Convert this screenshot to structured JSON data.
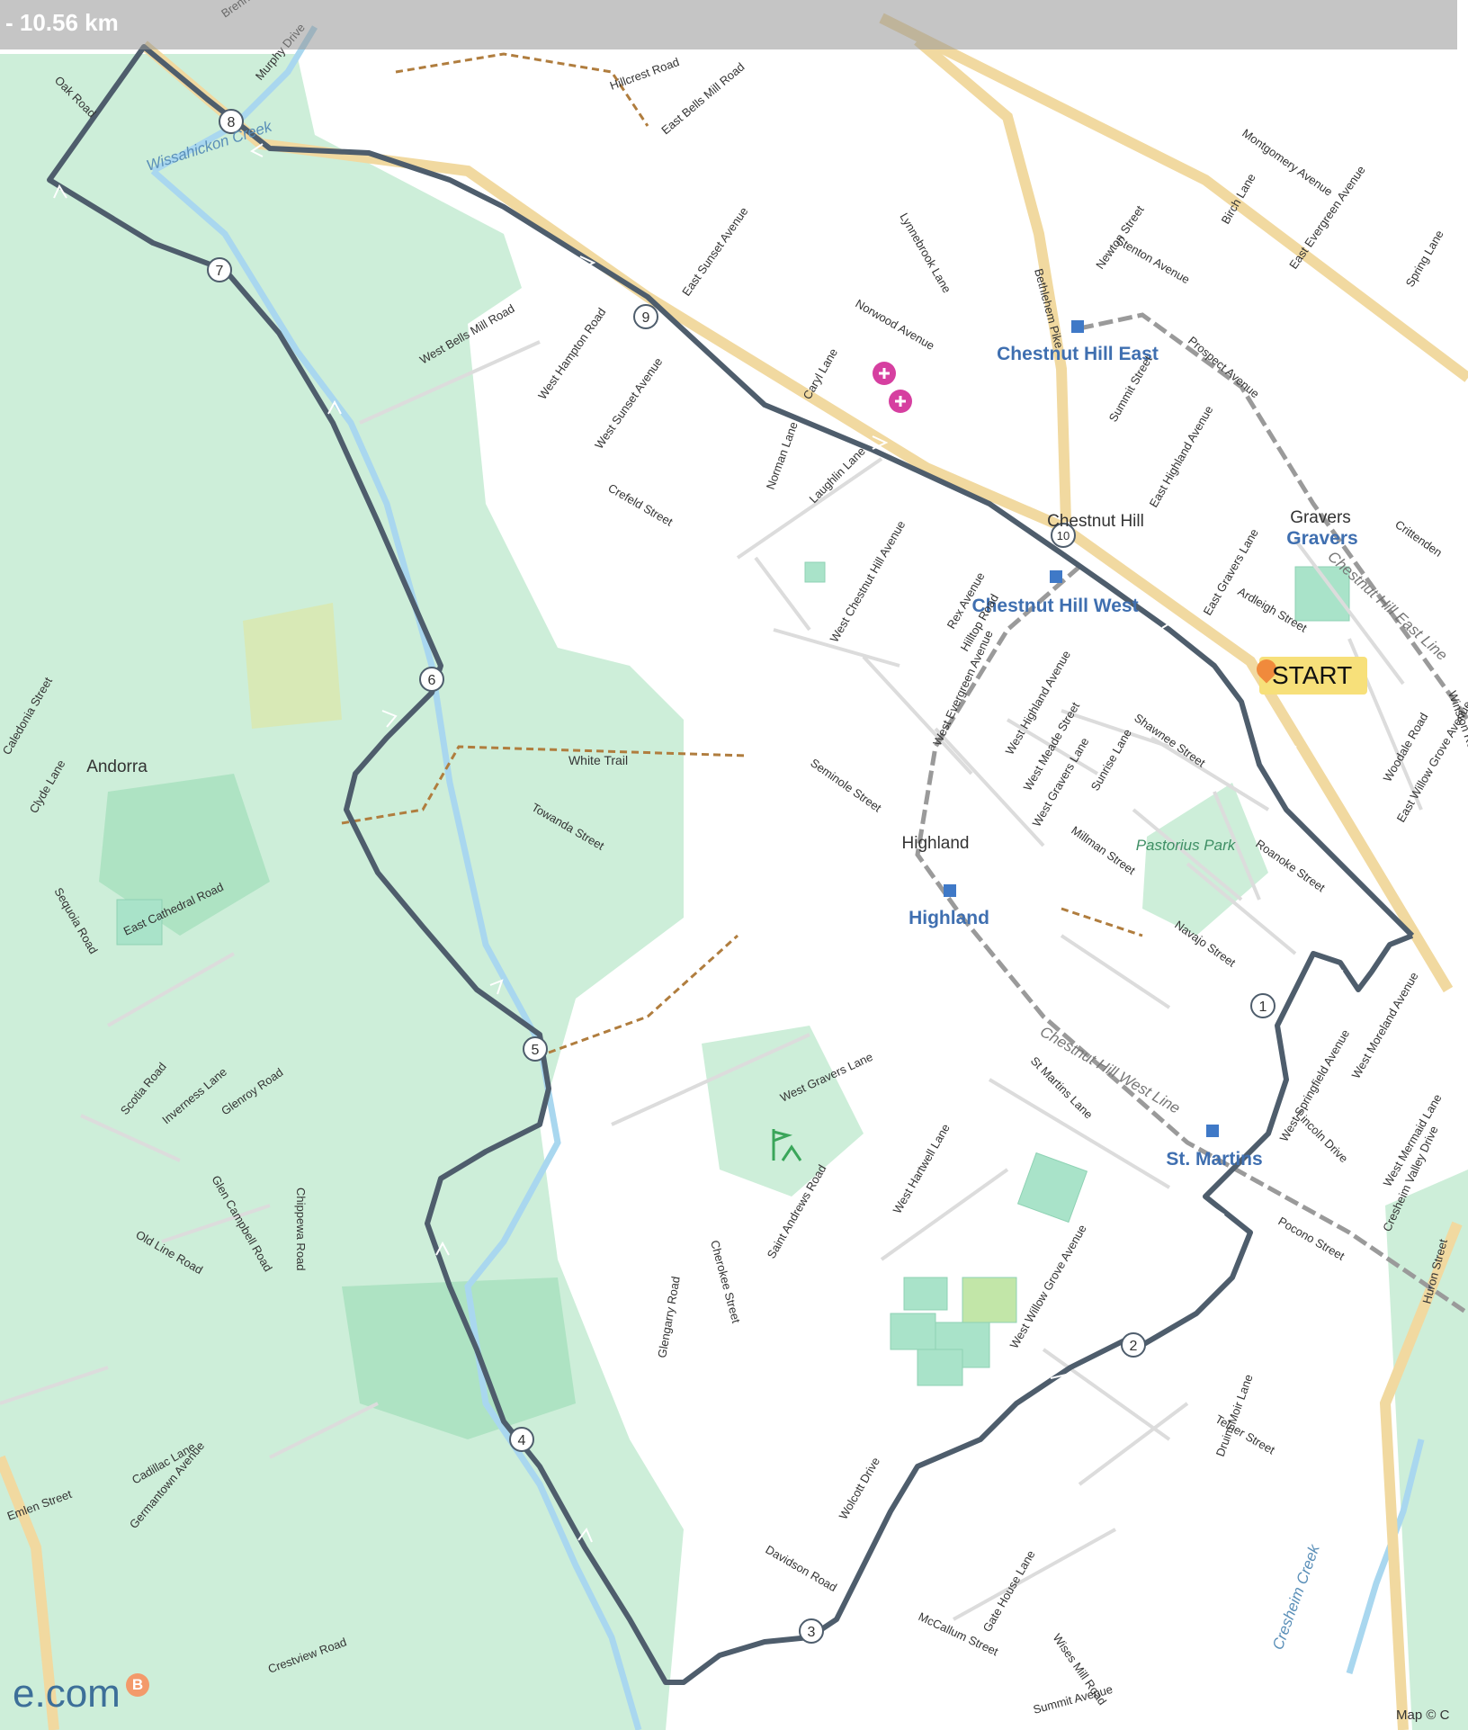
{
  "header": {
    "distance": "- 10.56 km"
  },
  "route": {
    "start_label": "START",
    "km_markers": [
      "1",
      "2",
      "3",
      "4",
      "5",
      "6",
      "7",
      "8",
      "9",
      "10"
    ]
  },
  "footer": {
    "brand": "e.com",
    "brand_badge": "B",
    "credit": "Map © C"
  },
  "stations": [
    "Chestnut Hill East",
    "Chestnut Hill West",
    "Highland",
    "St. Martins",
    "Gravers"
  ],
  "places": [
    "Andorra",
    "Chestnut Hill",
    "Highland",
    "Gravers"
  ],
  "parks": [
    "Pastorius Park"
  ],
  "streams": [
    "Wissahickon Creek",
    "Cresheim Creek"
  ],
  "rail_lines": [
    "Chestnut Hill East Line",
    "Chestnut Hill West Line"
  ],
  "trails": [
    "White Trail"
  ],
  "streets": [
    "Oak Road",
    "Brennan",
    "Murphy Drive",
    "Hillcrest Road",
    "East Bells Mill Road",
    "Lynnebrook Lane",
    "Bethlehem Pike",
    "Montgomery Avenue",
    "Stenton Avenue",
    "Birch Lane",
    "East Evergreen Avenue",
    "Newton Street",
    "Norwood Avenue",
    "Prospect Avenue",
    "Spring Lane",
    "West Bells Mill Road",
    "West Hampton Road",
    "East Sunset Avenue",
    "Caryl Lane",
    "West Sunset Avenue",
    "Summit Street",
    "Crefeld Street",
    "Norman Lane",
    "Laughlin Lane",
    "East Highland Avenue",
    "Crittenden",
    "East Gravers Lane",
    "Ardleigh Street",
    "West Chestnut Hill Avenue",
    "Rex Avenue",
    "Hilltop Road",
    "West Evergreen Avenue",
    "West Highland Avenue",
    "Shawnee Street",
    "Winston Road",
    "Woodale Road",
    "East Willow Grove Avenue",
    "West Meade Street",
    "West Gravers Lane",
    "Sunrise Lane",
    "Millman Street",
    "Seminole Street",
    "Roanoke Street",
    "Navajo Street",
    "Towanda Street",
    "Caledonia Street",
    "Clyde Lane",
    "Sequoia Road",
    "East Cathedral Road",
    "Scotia Road",
    "Inverness Lane",
    "Glenroy Road",
    "Glen Campbell Road",
    "Chippewa Road",
    "Old Line Road",
    "West Gravers Lane",
    "Cherokee Street",
    "Saint Andrews Road",
    "Glengarry Road",
    "West Hartwell Lane",
    "St Martins Lane",
    "West Willow Grove Avenue",
    "Lincoln Drive",
    "Pocono Street",
    "West Springfield Avenue",
    "West Moreland Avenue",
    "West Mermaid Lane",
    "Cresheim Valley Drive",
    "Huron Street",
    "Telner Street",
    "Druim Moir Lane",
    "Wolcott Drive",
    "Davidson Road",
    "McCallum Street",
    "Gate House Lane",
    "Wises Mill Road",
    "Summit Avenue",
    "Crestview Road",
    "Cadillac Lane",
    "Emlen Street",
    "Germantown Avenue"
  ],
  "colors": {
    "park": "#cdeed9",
    "park_dark": "#aee3c3",
    "route": "#4e5d6c",
    "water": "#a9d7ef",
    "road": "#f1d9a0",
    "station": "#3f79c7",
    "hospital": "#d63fa0"
  }
}
